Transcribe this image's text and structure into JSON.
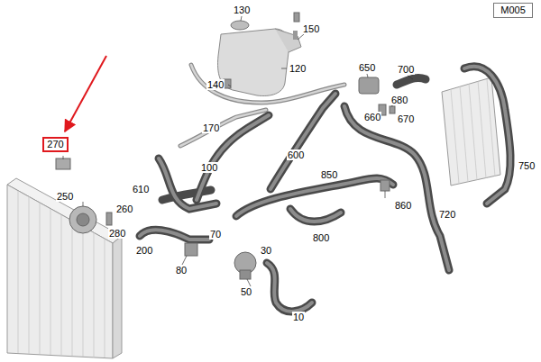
{
  "diagram": {
    "nodes": [
      {
        "text": [
          "M005"
        ]
      },
      {
        "text": [
          "270"
        ]
      }
    ],
    "edges": [],
    "labels": [
      "130",
      "150",
      "120",
      "650",
      "700",
      "140",
      "680",
      "660",
      "670",
      "170",
      "750",
      "100",
      "600",
      "850",
      "250",
      "610",
      "260",
      "860",
      "280",
      "70",
      "720",
      "200",
      "800",
      "80",
      "30",
      "50",
      "10"
    ]
  }
}
